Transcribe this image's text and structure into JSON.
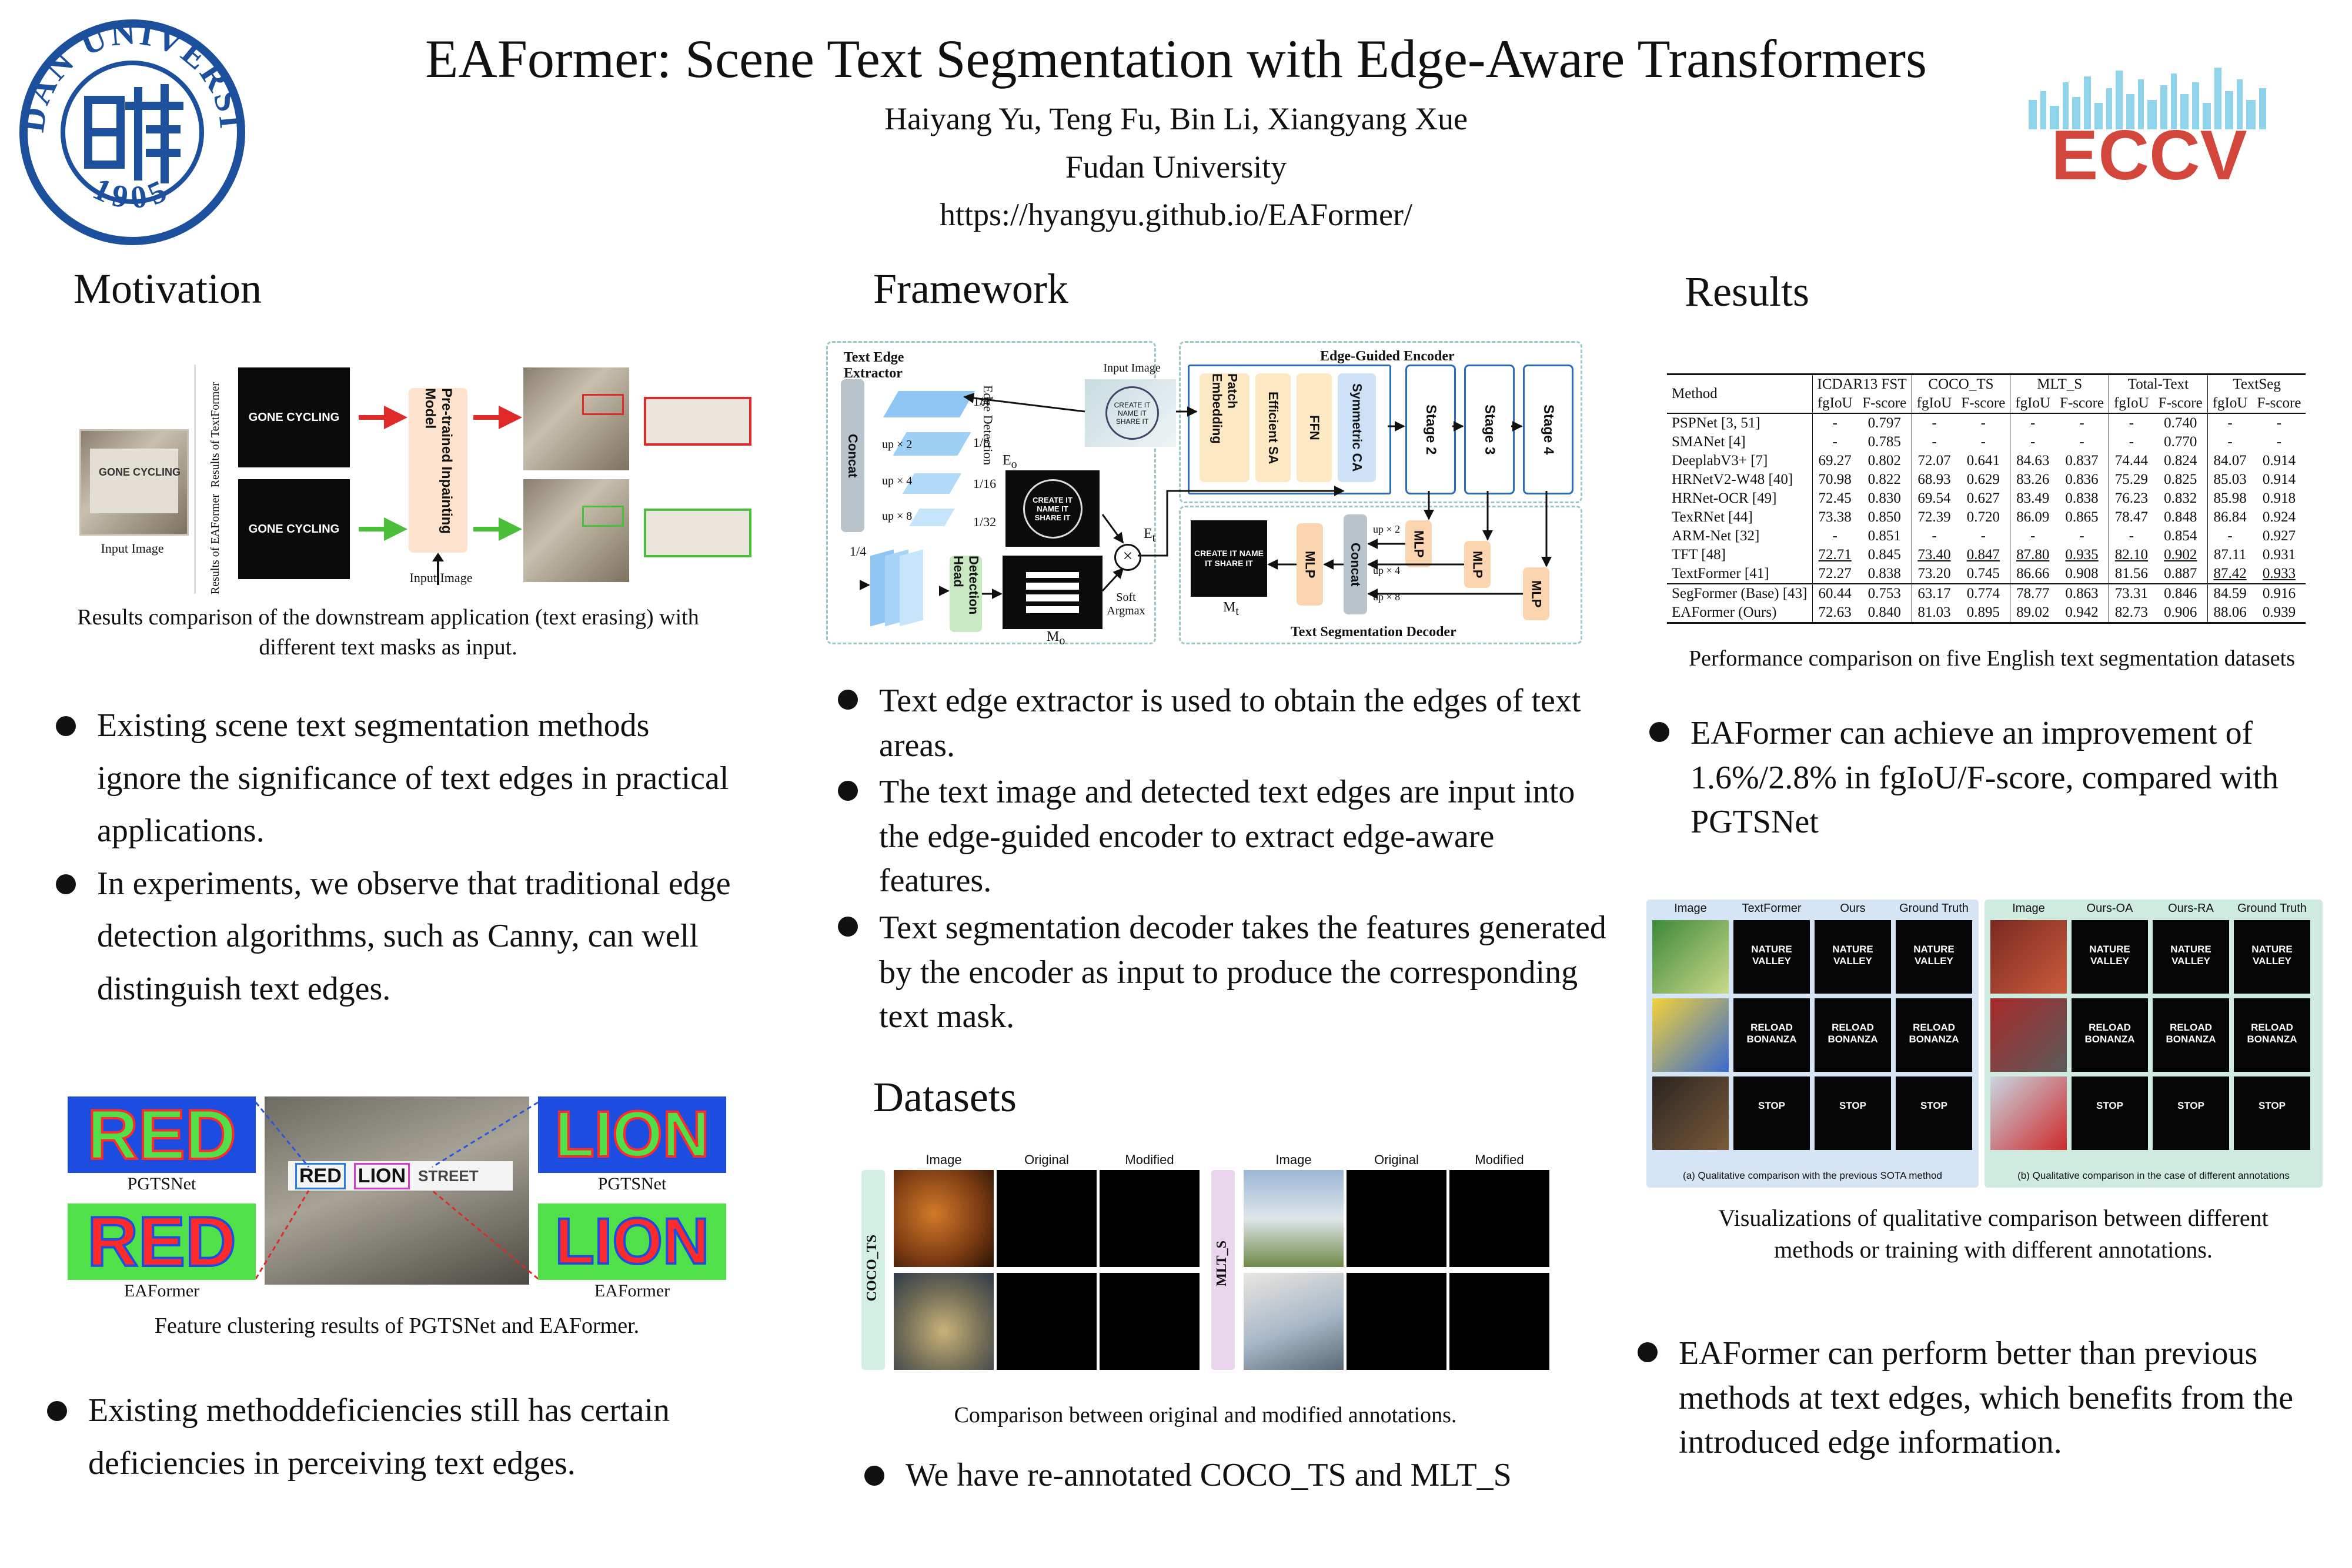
{
  "header": {
    "title": "EAFormer: Scene Text Segmentation with Edge-Aware Transformers",
    "authors": "Haiyang Yu, Teng Fu, Bin Li, Xiangyang Xue",
    "affiliation": "Fudan University",
    "url": "https://hyangyu.github.io/EAFormer/",
    "logo_left_text": "FUDAN UNIVERSITY",
    "logo_left_year": "1905",
    "logo_right_text": "ECCV"
  },
  "motivation": {
    "heading": "Motivation",
    "fig1": {
      "input_label": "Input Image",
      "row1_label": "Results of TextFormer",
      "row2_label": "Results of EAFormer",
      "mask_text": "GONE CYCLING",
      "model_label": "Pre-trained Inpainting Model",
      "input_arrow_label": "Input Image",
      "caption": "Results comparison of the downstream application (text erasing) with different text masks as input."
    },
    "bullets": [
      "Existing scene text segmentation methods ignore the significance of text edges in practical applications.",
      "In experiments, we observe that traditional edge detection algorithms, such as Canny, can well distinguish text edges."
    ],
    "fig2": {
      "word1": "RED",
      "word2": "LION",
      "word3": "STREET",
      "label_top_left": "PGTSNet",
      "label_top_right": "PGTSNet",
      "label_bottom_left": "EAFormer",
      "label_bottom_right": "EAFormer",
      "caption": "Feature clustering results of PGTSNet and EAFormer."
    },
    "bullet2": "Existing methoddeficiencies still has certain deficiencies in perceiving text edges."
  },
  "framework": {
    "heading": "Framework",
    "labels": {
      "text_edge_extractor": "Text Edge Extractor",
      "input_image": "Input Image",
      "edge_detection": "Edge Detection",
      "concat": "Concat",
      "up2": "up × 2",
      "up4": "up × 4",
      "up8": "up × 8",
      "s4": "1/4",
      "s8": "1/8",
      "s16": "1/16",
      "s32": "1/32",
      "s4b": "1/4",
      "detection_head": "Detection Head",
      "soft_argmax": "Soft Argmax",
      "m_o": "M",
      "m_o_sub": "o",
      "e_o": "E",
      "e_o_sub": "o",
      "e_t": "E",
      "e_t_sub": "t",
      "m_t": "M",
      "m_t_sub": "t",
      "encoder": "Edge-Guided Encoder",
      "patch_embedding": "Patch Embedding",
      "efficient_sa": "Efficient SA",
      "ffn": "FFN",
      "symmetric_ca": "Symmetric CA",
      "stage2": "Stage 2",
      "stage3": "Stage 3",
      "stage4": "Stage 4",
      "mlp": "MLP",
      "decoder": "Text Segmentation Decoder",
      "create_text": "CREATE IT NAME IT SHARE IT"
    },
    "bullets": [
      "Text edge extractor is used to obtain the edges of text areas.",
      "The text image and detected text edges are input into the edge-guided encoder to extract edge-aware features.",
      "Text segmentation decoder takes the features generated by the encoder as input to produce the corresponding text mask."
    ]
  },
  "datasets": {
    "heading": "Datasets",
    "col_image": "Image",
    "col_original": "Original",
    "col_modified": "Modified",
    "set1": "COCO_TS",
    "set2": "MLT_S",
    "caption": "Comparison between original and modified annotations.",
    "bullet": "We have re-annotated COCO_TS and MLT_S"
  },
  "results": {
    "heading": "Results",
    "table": {
      "method_header": "Method",
      "datasets": [
        "ICDAR13 FST",
        "COCO_TS",
        "MLT_S",
        "Total-Text",
        "TextSeg"
      ],
      "metrics": [
        "fgIoU",
        "F-score"
      ],
      "rows": [
        {
          "m": "PSPNet [3, 51]",
          "v": [
            "-",
            "0.797",
            "-",
            "-",
            "-",
            "-",
            "-",
            "0.740",
            "-",
            "-"
          ]
        },
        {
          "m": "SMANet [4]",
          "v": [
            "-",
            "0.785",
            "-",
            "-",
            "-",
            "-",
            "-",
            "0.770",
            "-",
            "-"
          ]
        },
        {
          "m": "DeeplabV3+ [7]",
          "v": [
            "69.27",
            "0.802",
            "72.07",
            "0.641",
            "84.63",
            "0.837",
            "74.44",
            "0.824",
            "84.07",
            "0.914"
          ]
        },
        {
          "m": "HRNetV2-W48 [40]",
          "v": [
            "70.98",
            "0.822",
            "68.93",
            "0.629",
            "83.26",
            "0.836",
            "75.29",
            "0.825",
            "85.03",
            "0.914"
          ]
        },
        {
          "m": "HRNet-OCR [49]",
          "v": [
            "72.45",
            "0.830",
            "69.54",
            "0.627",
            "83.49",
            "0.838",
            "76.23",
            "0.832",
            "85.98",
            "0.918"
          ]
        },
        {
          "m": "TexRNet [44]",
          "v": [
            "73.38",
            "0.850",
            "72.39",
            "0.720",
            "86.09",
            "0.865",
            "78.47",
            "0.848",
            "86.84",
            "0.924"
          ]
        },
        {
          "m": "ARM-Net [32]",
          "v": [
            "-",
            "0.851",
            "-",
            "-",
            "-",
            "-",
            "-",
            "0.854",
            "-",
            "0.927"
          ]
        },
        {
          "m": "TFT [48]",
          "v": [
            "72.71",
            "0.845",
            "73.40",
            "0.847",
            "87.80",
            "0.935",
            "82.10",
            "0.902",
            "87.11",
            "0.931"
          ]
        },
        {
          "m": "TextFormer [41]",
          "v": [
            "72.27",
            "0.838",
            "73.20",
            "0.745",
            "86.66",
            "0.908",
            "81.56",
            "0.887",
            "87.42",
            "0.933"
          ]
        },
        {
          "m": "SegFormer (Base) [43]",
          "v": [
            "60.44",
            "0.753",
            "63.17",
            "0.774",
            "78.77",
            "0.863",
            "73.31",
            "0.846",
            "84.59",
            "0.916"
          ]
        },
        {
          "m": "EAFormer (Ours)",
          "v": [
            "72.63",
            "0.840",
            "81.03",
            "0.895",
            "89.02",
            "0.942",
            "82.73",
            "0.906",
            "88.06",
            "0.939"
          ]
        }
      ],
      "caption": "Performance comparison on five English text segmentation datasets"
    },
    "bullet1": "EAFormer can achieve an improvement of 1.6%/2.8% in fgIoU/F-score, compared with PGTSNet",
    "qual": {
      "left_cols": [
        "Image",
        "TextFormer",
        "Ours",
        "Ground Truth"
      ],
      "right_cols": [
        "Image",
        "Ours-OA",
        "Ours-RA",
        "Ground Truth"
      ],
      "row_texts": [
        "NATURE VALLEY",
        "RELOAD BONANZA",
        "STOP"
      ],
      "left_caption": "(a) Qualitative comparison with the previous SOTA method",
      "right_caption": "(b) Qualitative comparison in the case of different annotations",
      "caption": "Visualizations of qualitative comparison between different methods or training with different annotations."
    },
    "bullet2": "EAFormer can perform better than previous methods at text edges, which benefits from the introduced edge information."
  },
  "colors": {
    "accent_blue": "#9ec5f0",
    "patch_yellow": "#fce9c3",
    "mlp_orange": "#fbd5b0",
    "fudan_blue": "#1c4f9c",
    "eccv_red": "#d2463c",
    "eccv_purple": "#6a3fb4"
  }
}
